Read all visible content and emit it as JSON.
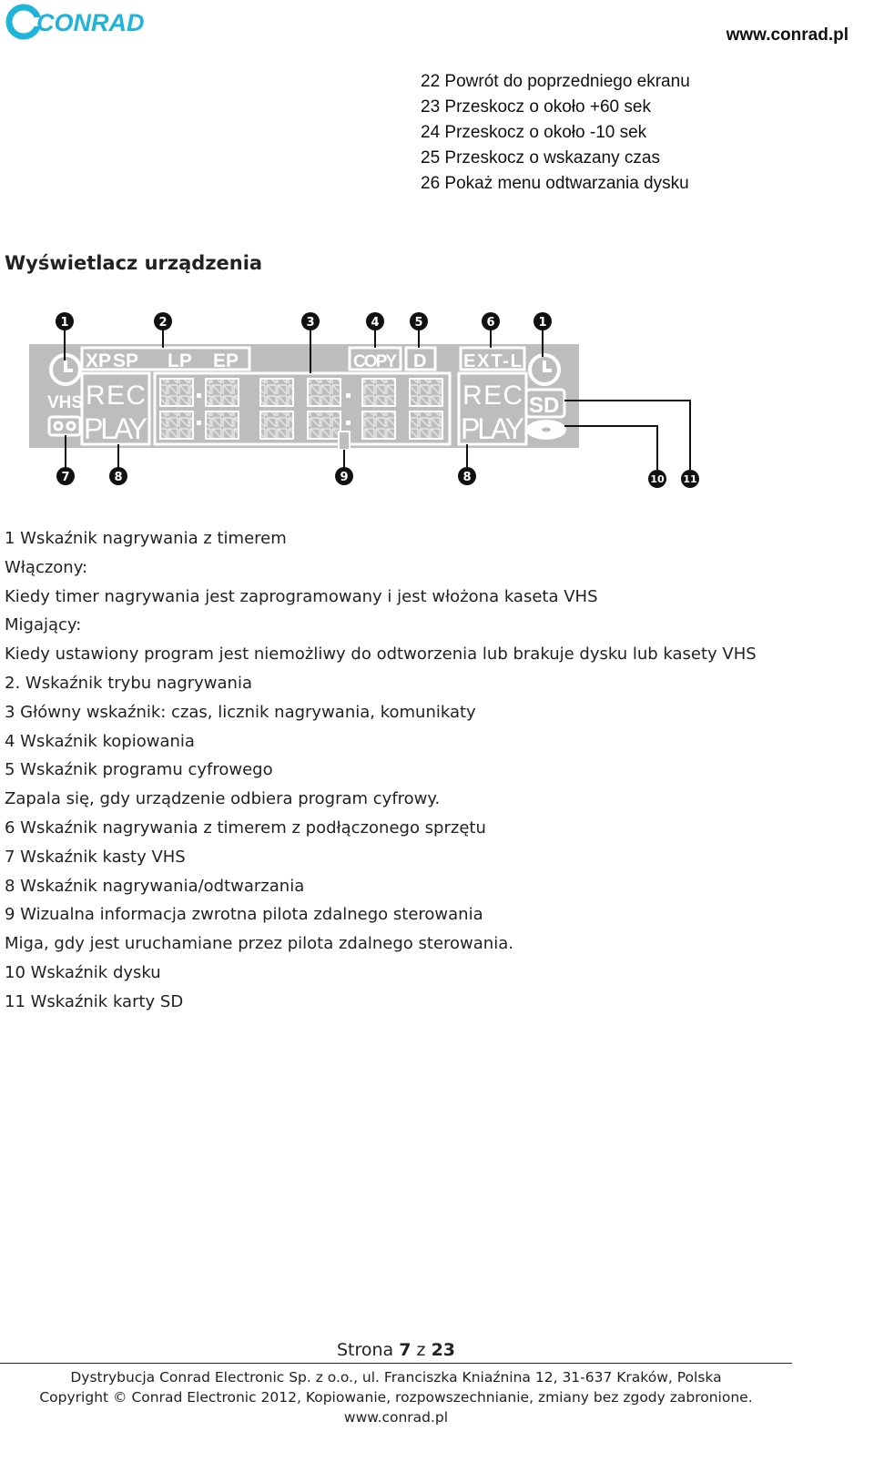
{
  "brand": {
    "logo_text": "CONRAD",
    "colors": {
      "logo": "#1fb4d9",
      "lcd_bg": "#bdbdbd",
      "lcd_segment": "#ffffff",
      "callout": "#111111"
    }
  },
  "header": {
    "site_url": "www.conrad.pl"
  },
  "remote_list": [
    "22 Powrót do poprzedniego ekranu",
    "23 Przeskocz o około +60 sek",
    "24 Przeskocz o około -10 sek",
    "25 Przeskocz o wskazany czas",
    "26 Pokaż menu odtwarzania dysku"
  ],
  "section_title": "Wyświetlacz urządzenia",
  "display_panel": {
    "labels": {
      "xp": "XP",
      "sp": "SP",
      "lp": "LP",
      "ep": "EP",
      "copy": "COPY",
      "d": "D",
      "ext_l": "EXT-L",
      "vhs": "VHS",
      "rec_left": "REC",
      "play_left": "PLAY",
      "rec_right": "REC",
      "play_right": "PLAY",
      "sd": "SD"
    },
    "callouts": {
      "top_1a": "1",
      "top_2": "2",
      "top_3": "3",
      "top_4": "4",
      "top_5": "5",
      "top_6": "6",
      "top_1b": "1",
      "bottom_7": "7",
      "bottom_8a": "8",
      "bottom_9": "9",
      "bottom_8b": "8",
      "bottom_10": "10",
      "bottom_11": "11"
    }
  },
  "descriptions": [
    "1 Wskaźnik nagrywania z timerem",
    "Włączony:",
    "Kiedy timer nagrywania jest zaprogramowany i jest włożona kaseta VHS",
    "Migający:",
    "Kiedy ustawiony program jest niemożliwy do odtworzenia lub brakuje dysku lub kasety VHS",
    "2. Wskaźnik trybu nagrywania",
    "3 Główny wskaźnik: czas, licznik nagrywania, komunikaty",
    "4 Wskaźnik kopiowania",
    "5 Wskaźnik programu cyfrowego",
    "Zapala się, gdy urządzenie odbiera program cyfrowy.",
    "6 Wskaźnik nagrywania z timerem z podłączonego sprzętu",
    "7 Wskaźnik kasty VHS",
    "8 Wskaźnik nagrywania/odtwarzania",
    "9 Wizualna informacja zwrotna pilota zdalnego sterowania",
    "Miga, gdy jest uruchamiane przez pilota zdalnego sterowania.",
    "10 Wskaźnik dysku",
    "11 Wskaźnik karty SD"
  ],
  "page_number": {
    "prefix": "Strona",
    "current": "7",
    "separator": "z",
    "total": "23"
  },
  "footer": {
    "line1": "Dystrybucja Conrad Electronic Sp. z o.o., ul. Franciszka Kniaźnina 12, 31-637 Kraków, Polska",
    "line2": "Copyright © Conrad Electronic 2012, Kopiowanie, rozpowszechnianie, zmiany bez zgody zabronione.",
    "line3": "www.conrad.pl"
  }
}
